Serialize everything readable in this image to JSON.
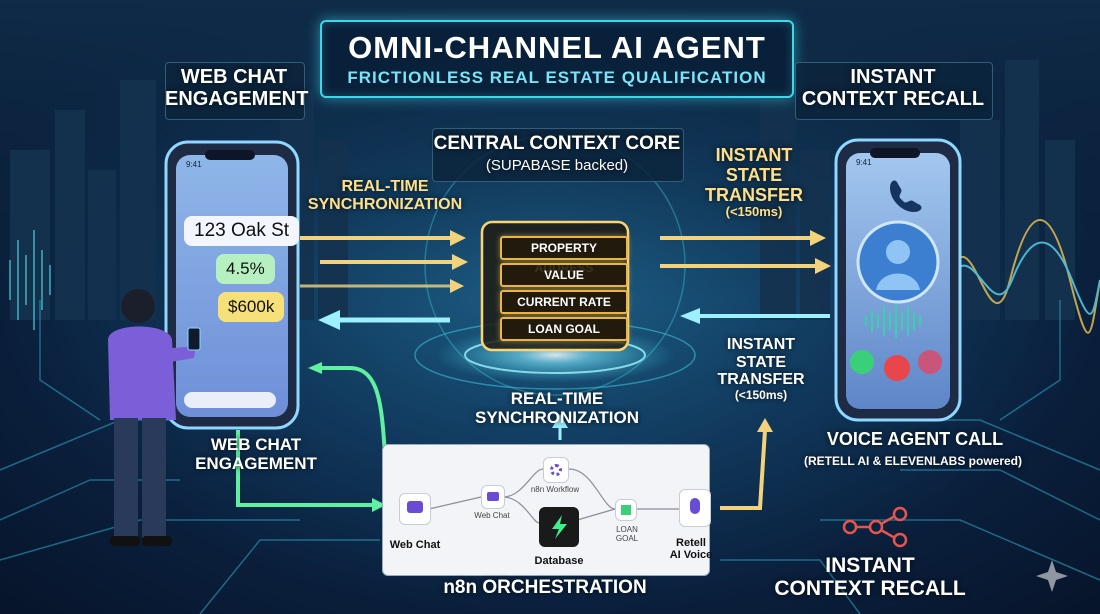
{
  "header": {
    "title": "OMNI-CHANNEL AI AGENT",
    "subtitle": "FRICTIONLESS REAL ESTATE QUALIFICATION"
  },
  "labels": {
    "web_chat_top": [
      "WEB CHAT",
      "ENGAGEMENT"
    ],
    "instant_recall_top": [
      "INSTANT",
      "CONTEXT RECALL"
    ],
    "core_title": "CENTRAL CONTEXT CORE",
    "core_subtitle": "(SUPABASE backed)",
    "sync_left": [
      "REAL-TIME",
      "SYNCHRONIZATION"
    ],
    "transfer_top": [
      "INSTANT",
      "STATE",
      "TRANSFER",
      "(<150ms)"
    ],
    "transfer_mid": [
      "INSTANT",
      "STATE",
      "TRANSFER",
      "(<150ms)"
    ],
    "sync_mid": [
      "REAL-TIME",
      "SYNCHRONIZATION"
    ],
    "web_chat_bottom": [
      "WEB CHAT",
      "ENGAGEMENT"
    ],
    "voice_call": "VOICE AGENT CALL",
    "voice_powered": "(RETELL AI & ELEVENLABS powered)",
    "instant_recall_bottom": [
      "INSTANT",
      "CONTEXT RECALL"
    ],
    "orchestration": "n8n ORCHESTRATION"
  },
  "context_fields": [
    "PROPERTY ADDRESS",
    "VALUE",
    "CURRENT RATE",
    "LOAN GOAL"
  ],
  "chat_bubbles": [
    "123 Oak St",
    "4.5%",
    "$600k"
  ],
  "phone_left": {
    "time": "9:41"
  },
  "phone_right": {
    "time": "9:41"
  },
  "workflow": {
    "nodes": {
      "web_chat": "Web Chat",
      "web_chat_small": "Web Chat",
      "n8n_workflow": "n8n Workflow",
      "database": "Database",
      "loan_goal": "LOAN GOAL",
      "retell": [
        "Retell",
        "AI Voice"
      ]
    }
  },
  "colors": {
    "accent_cyan": "#3fd6e8",
    "accent_gold": "#e9b546",
    "flow_green": "#5ff0a0",
    "phone_purple": "#7a5fd8"
  }
}
